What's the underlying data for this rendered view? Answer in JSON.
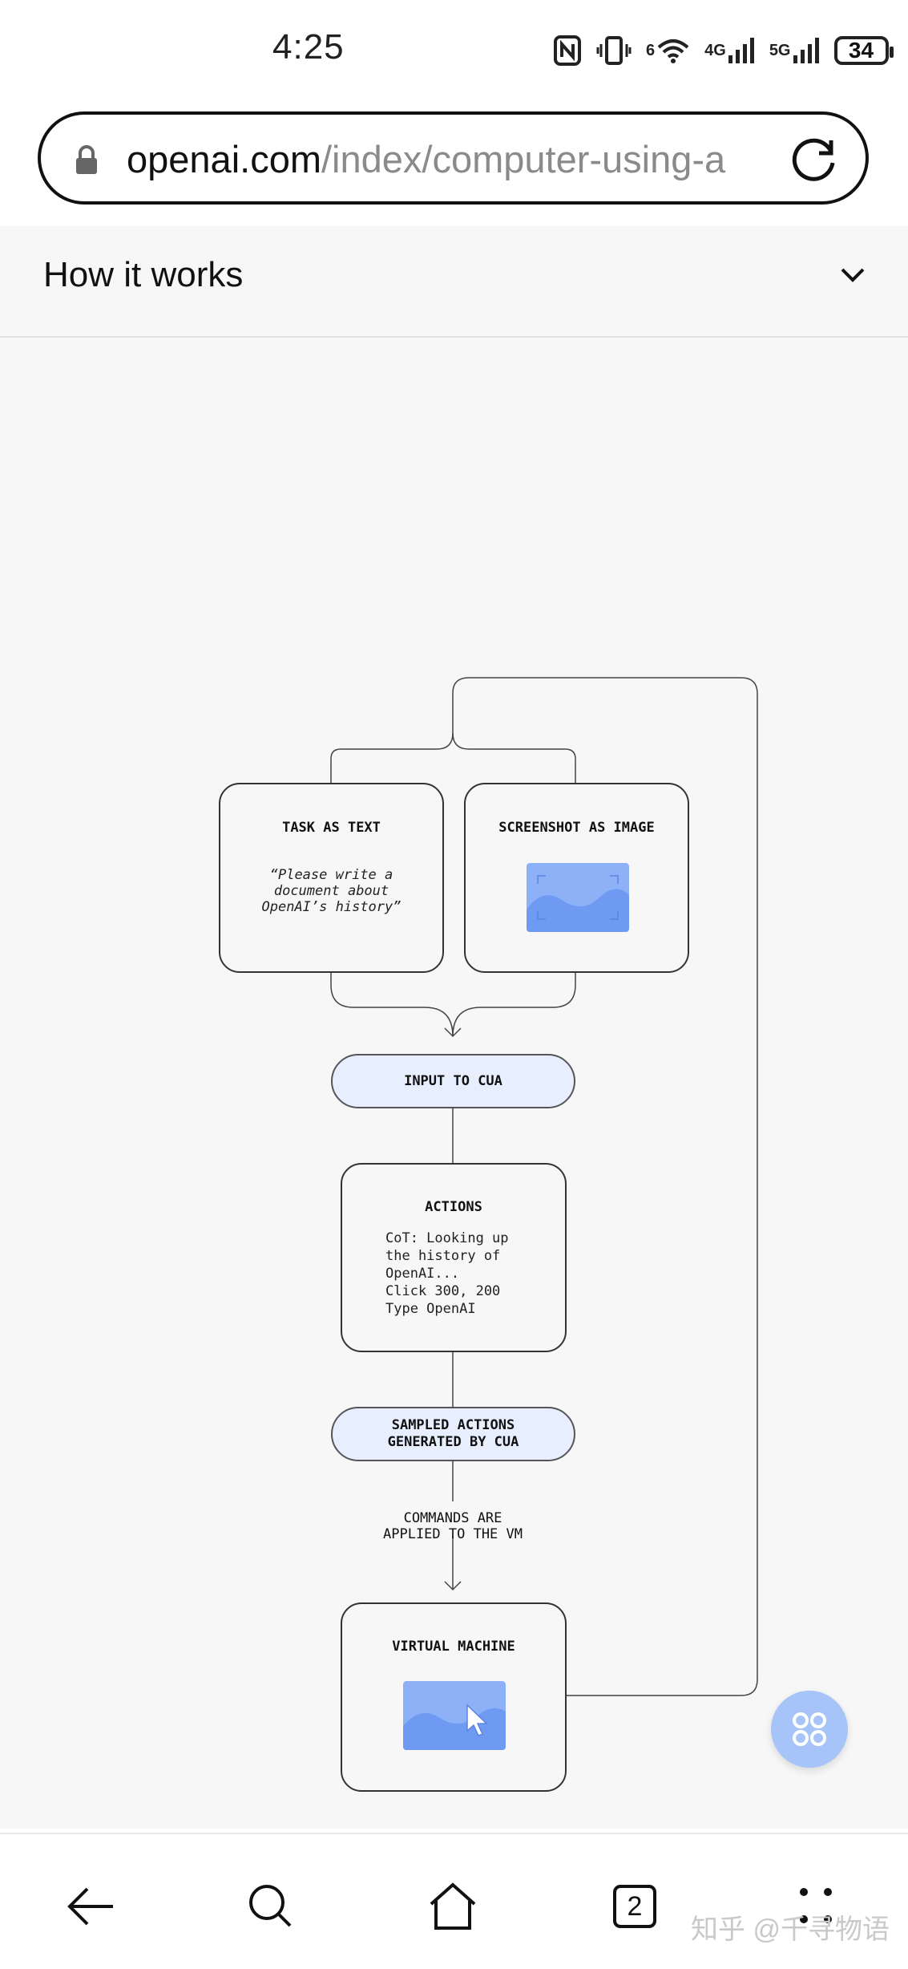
{
  "status_bar": {
    "time": "4:25",
    "signal_labels": [
      "6",
      "4G",
      "5G"
    ],
    "battery": "34"
  },
  "address_bar": {
    "domain": "openai.com",
    "path": "/index/computer-using-a"
  },
  "accordion": {
    "title": "How it works"
  },
  "diagram": {
    "task": {
      "title": "TASK AS TEXT",
      "body": "“Please write a\ndocument about\nOpenAI’s history”"
    },
    "screenshot": {
      "title": "SCREENSHOT AS IMAGE"
    },
    "input": {
      "label": "INPUT TO CUA"
    },
    "actions": {
      "title": "ACTIONS",
      "body": "CoT: Looking up\nthe history of\nOpenAI...\nClick 300, 200\nType OpenAI"
    },
    "sampled": {
      "label": "SAMPLED ACTIONS\nGENERATED BY CUA"
    },
    "commands_note": "COMMANDS ARE\nAPPLIED TO THE VM",
    "vm": {
      "title": "VIRTUAL MACHINE"
    }
  },
  "colors": {
    "pill_fill": "#e7efff",
    "image_blue": "#7ea6f5",
    "fab_blue": "#a7c4f8"
  },
  "bottom_nav": {
    "tab_count": "2",
    "watermark": "知乎 @千寻物语"
  },
  "icons": [
    "lock-icon",
    "reload-icon",
    "chevron-down-icon",
    "back-arrow-icon",
    "search-icon",
    "home-icon",
    "menu-dots-icon",
    "apps-icon"
  ]
}
